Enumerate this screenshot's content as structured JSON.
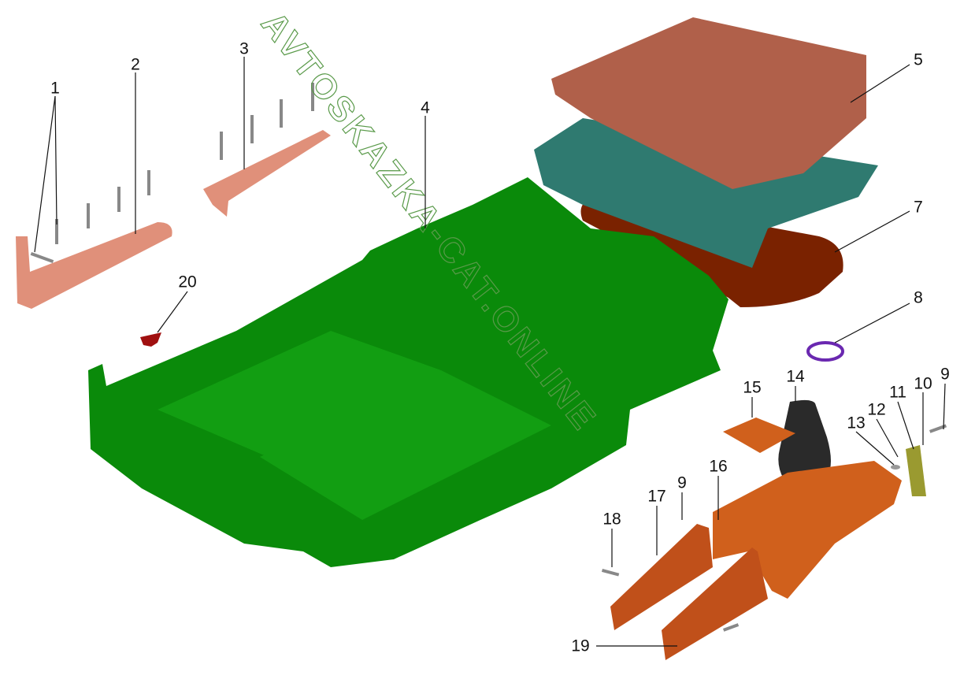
{
  "title": "Floor covering and center console parts diagram",
  "watermark": "AVTOSKAZKA-CAT.ONLINE",
  "callouts": [
    {
      "id": "1",
      "text": "1"
    },
    {
      "id": "2",
      "text": "2"
    },
    {
      "id": "3",
      "text": "3"
    },
    {
      "id": "4",
      "text": "4"
    },
    {
      "id": "5",
      "text": "5"
    },
    {
      "id": "7",
      "text": "7"
    },
    {
      "id": "8",
      "text": "8"
    },
    {
      "id": "9a",
      "text": "9"
    },
    {
      "id": "10",
      "text": "10"
    },
    {
      "id": "11",
      "text": "11"
    },
    {
      "id": "12",
      "text": "12"
    },
    {
      "id": "13",
      "text": "13"
    },
    {
      "id": "14",
      "text": "14"
    },
    {
      "id": "15",
      "text": "15"
    },
    {
      "id": "16",
      "text": "16"
    },
    {
      "id": "17",
      "text": "17"
    },
    {
      "id": "9b",
      "text": "9"
    },
    {
      "id": "18",
      "text": "18"
    },
    {
      "id": "19",
      "text": "19"
    },
    {
      "id": "20",
      "text": "20"
    }
  ],
  "colors": {
    "floor": "#0a8a0a",
    "top_mat": "#b0604a",
    "insulation": "#2f7a70",
    "under_mat": "#7a2200",
    "console": "#d0601c",
    "sill": "#e0907a",
    "clamp": "#6a28b0",
    "boot": "#2a2a2a"
  }
}
